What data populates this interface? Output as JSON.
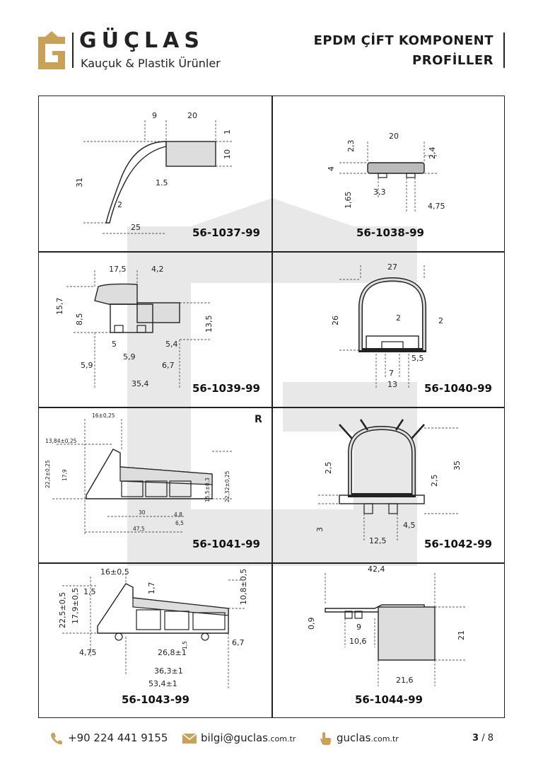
{
  "header": {
    "brand_name": "GÜÇLAS",
    "brand_tagline": "Kauçuk & Plastik Ürünler",
    "title_line1": "EPDM ÇİFT KOMPONENT",
    "title_line2": "PROFİLLER"
  },
  "colors": {
    "brand_gold": "#c9a25a",
    "line": "#222222",
    "watermark": "#e6e6e6"
  },
  "cells": [
    {
      "code": "56-1037-99",
      "dims": [
        "9",
        "20",
        "1",
        "10",
        "31",
        "1.5",
        "2",
        "25"
      ]
    },
    {
      "code": "56-1038-99",
      "dims": [
        "20",
        "2,3",
        "2,4",
        "4",
        "1,65",
        "3,3",
        "4,75"
      ]
    },
    {
      "code": "56-1039-99",
      "dims": [
        "17,5",
        "4,2",
        "15,7",
        "8,5",
        "13,5",
        "5",
        "5,4",
        "5,9",
        "5,9",
        "6,7",
        "35,4"
      ]
    },
    {
      "code": "56-1040-99",
      "dims": [
        "27",
        "26",
        "2",
        "2",
        "5,5",
        "7",
        "13"
      ]
    },
    {
      "code": "56-1041-99",
      "tag": "R",
      "dims": [
        "16±0,25",
        "13,84±0,25",
        "22,2±0,25",
        "17,9",
        "15,5±0,3",
        "22,32±0,25",
        "30",
        "4,8",
        "6,5",
        "47,5"
      ]
    },
    {
      "code": "56-1042-99",
      "dims": [
        "2,5",
        "35",
        "2,5",
        "3",
        "4,5",
        "12,5"
      ]
    },
    {
      "code": "56-1043-99",
      "dims": [
        "16±0,5",
        "1,5",
        "1,7",
        "22,5±0,5",
        "17,9±0,5",
        "10,8±0,5",
        "4,75",
        "26,8±1",
        "1,5",
        "6,7",
        "36,3±1",
        "53,4±1"
      ]
    },
    {
      "code": "56-1044-99",
      "dims": [
        "42,4",
        "0,9",
        "9",
        "10,6",
        "21",
        "21,6"
      ]
    }
  ],
  "footer": {
    "phone": "+90 224 441 9155",
    "email_main": "bilgi@guclas",
    "email_suffix": ".com.tr",
    "web_main": "guclas",
    "web_suffix": ".com.tr",
    "page_current": "3",
    "page_sep": "/",
    "page_total": "8",
    "phone_icon": "phone-icon",
    "mail_icon": "mail-icon",
    "web_icon": "pointer-hand-icon"
  }
}
